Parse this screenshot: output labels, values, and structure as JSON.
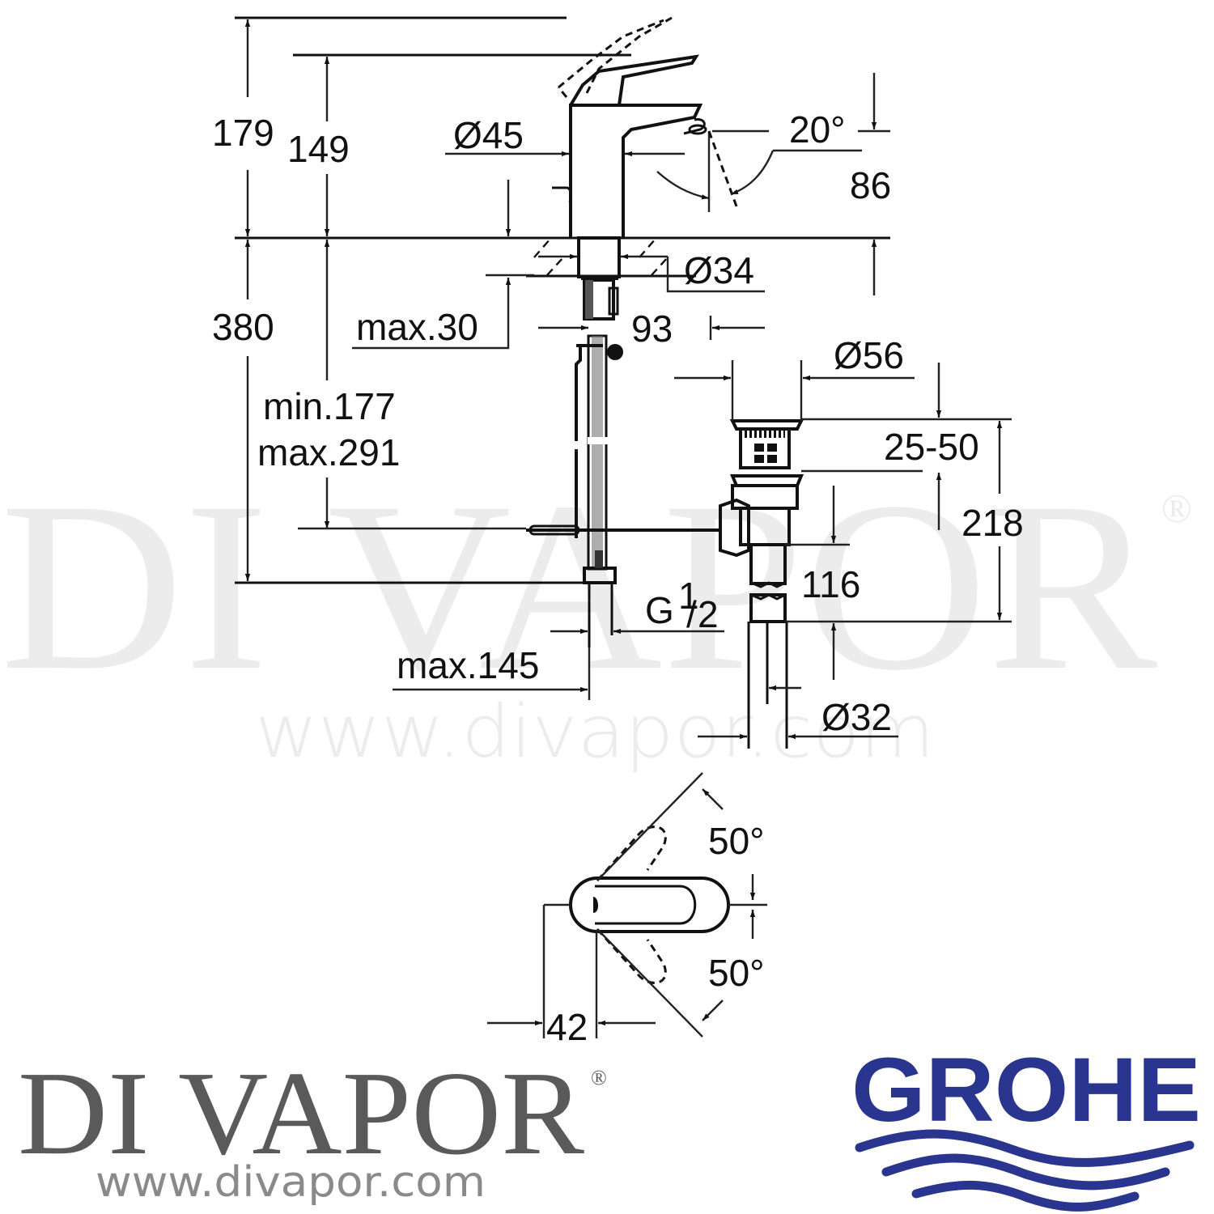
{
  "watermark": {
    "brand": "DI VAPOR",
    "registered": "®",
    "url": "www.divapor.com"
  },
  "drawing": {
    "side_view": {
      "overall_height": "179",
      "spout_height": "149",
      "body_diameter": "Ø45",
      "spout_angle": "20°",
      "spout_clearance": "86",
      "mount_hole_diameter": "Ø34",
      "max_deck_thickness": "max.30",
      "waste_offset": "93",
      "under_deck_length": "380",
      "rod_range_min": "min.177",
      "rod_range_max": "max.291",
      "connection_thread_prefix": "G",
      "connection_thread_num": "1",
      "connection_thread_den": "2",
      "hose_offset": "max.145"
    },
    "waste": {
      "plug_diameter": "Ø56",
      "plug_lift": "25-50",
      "waste_height": "218",
      "tail_length": "116",
      "tail_diameter": "Ø32"
    },
    "top_view": {
      "lever_angle_up": "50°",
      "lever_angle_down": "50°",
      "lever_offset": "42"
    }
  },
  "footer": {
    "brand_logo": {
      "name": "DI VAPOR",
      "registered": "®",
      "url": "www.divapor.com",
      "color": "#5a5a5a"
    },
    "manufacturer_logo": {
      "name": "GROHE",
      "color": "#2a3590"
    }
  }
}
